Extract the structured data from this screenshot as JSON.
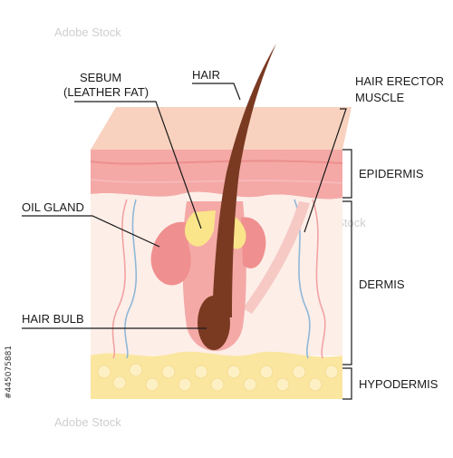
{
  "labels": {
    "hair": "HAIR",
    "sebum": "SEBUM",
    "sebum_sub": "(LEATHER FAT)",
    "hair_erector": "HAIR ERECTOR",
    "hair_erector_sub": "MUSCLE",
    "epidermis": "EPIDERMIS",
    "oil_gland": "OIL GLAND",
    "dermis": "DERMIS",
    "hair_bulb": "HAIR BULB",
    "hypodermis": "HYPODERMIS"
  },
  "watermark": {
    "brand": "Adobe Stock",
    "id": "#445075881"
  },
  "colors": {
    "epidermis_top": "#f7c9b2",
    "epidermis_band": "#f4a7a7",
    "dermis": "#fcece6",
    "hypodermis": "#fbe7a3",
    "hair": "#7a3a22",
    "sebum": "#fbe58a",
    "gland": "#f08f8f",
    "vessels": "#8fb8d8"
  }
}
